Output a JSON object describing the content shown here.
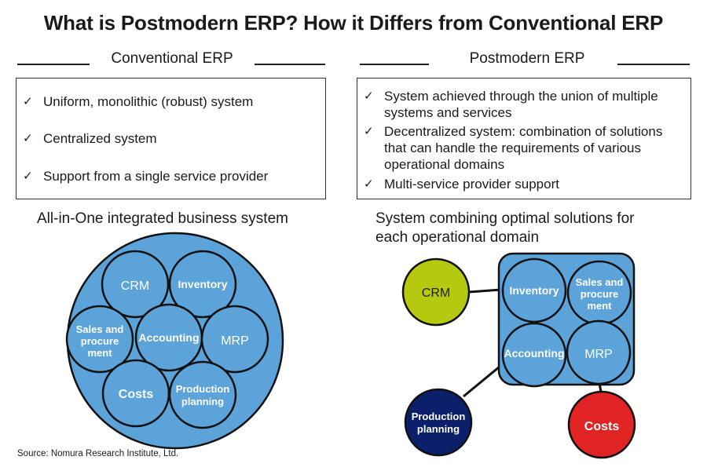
{
  "title": "What is Postmodern ERP? How it Differs from Conventional ERP",
  "conventional": {
    "heading": "Conventional ERP",
    "items": [
      {
        "icon": "check-icon",
        "text": "Uniform, monolithic (robust) system"
      },
      {
        "icon": "check-icon",
        "text": "Centralized system"
      },
      {
        "icon": "check-icon",
        "text": "Support from a single service provider"
      }
    ],
    "caption": "All-in-One integrated business system",
    "diagram": {
      "container_color": "#5ba3d9",
      "modules": [
        "CRM",
        "Inventory",
        "Sales and procure ment",
        "Accounting",
        "MRP",
        "Costs",
        "Production planning"
      ]
    }
  },
  "postmodern": {
    "heading": "Postmodern ERP",
    "items": [
      {
        "icon": "check-icon",
        "text": "System achieved through the union of multiple systems and services"
      },
      {
        "icon": "check-icon",
        "text": "Decentralized system: combination of solutions that can handle the requirements of various operational domains"
      },
      {
        "icon": "check-icon",
        "text": "Multi-service provider support"
      }
    ],
    "caption_line1": "System combining optimal solutions for",
    "caption_line2": "each operational domain",
    "diagram": {
      "core_color": "#5ba3d9",
      "core_modules": [
        "Inventory",
        "Sales and procure ment",
        "Accounting",
        "MRP"
      ],
      "external": [
        {
          "label": "CRM",
          "color": "#b5c90e"
        },
        {
          "label": "Production planning",
          "color": "#0b1f6b"
        },
        {
          "label": "Costs",
          "color": "#e02424"
        }
      ]
    }
  },
  "check_glyph": "✓",
  "source": "Source: Nomura Research Institute, Ltd."
}
